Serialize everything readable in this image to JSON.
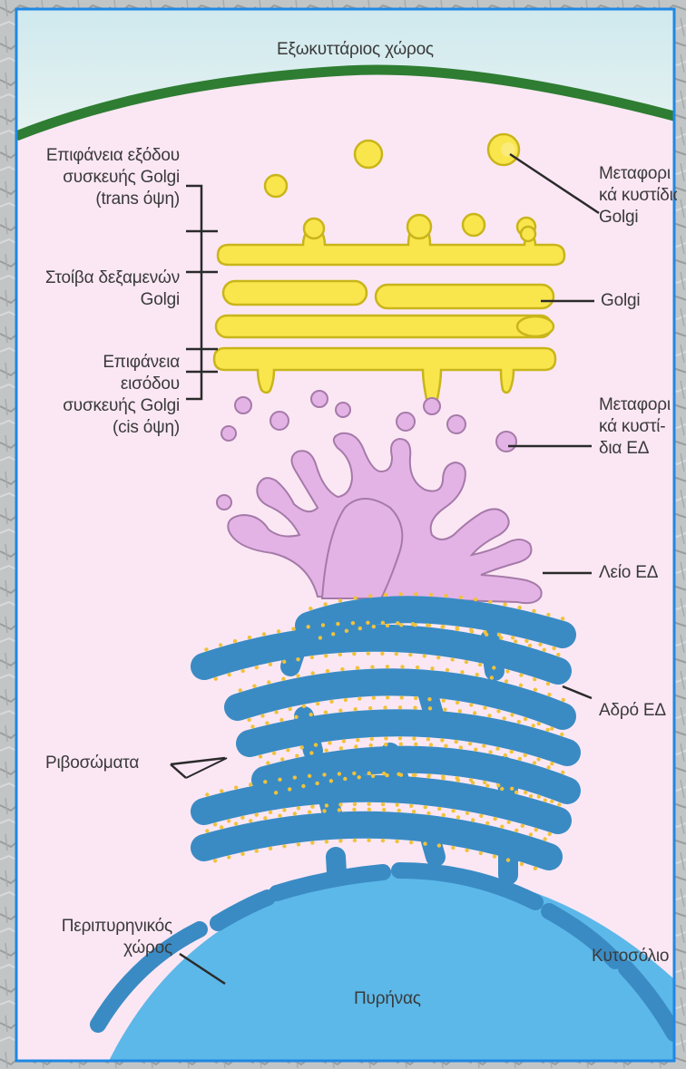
{
  "diagram": {
    "colors": {
      "background": "#fbe7f4",
      "membrane": "#2e7d32",
      "golgi": "#f9e64d",
      "golgi_outline": "#c9b51a",
      "smooth_er": "#e3b3e6",
      "smooth_er_outline": "#a57aa8",
      "rough_er": "#3a8bc4",
      "ribosome": "#f0c23a",
      "nucleus": "#5cb8e8",
      "frame": "#1e88e5"
    },
    "labels": {
      "extracellular": "Εξωκυττάριος χώρος",
      "golgi_trans_line1": "Επιφάνεια εξόδου",
      "golgi_trans_line2": "συσκευής Golgi",
      "golgi_trans_line3": "(trans όψη)",
      "golgi_stack_line1": "Στοίβα δεξαμενών",
      "golgi_stack_line2": "Golgi",
      "golgi_cis_line1": "Επιφάνεια",
      "golgi_cis_line2": "εισόδου",
      "golgi_cis_line3": "συσκευής Golgi",
      "golgi_cis_line4": "(cis όψη)",
      "golgi_vesicles_line1": "Μεταφορι",
      "golgi_vesicles_line2": "κά κυστίδια",
      "golgi_vesicles_line3": "Golgi",
      "golgi": "Golgi",
      "er_vesicles_line1": "Μεταφορι",
      "er_vesicles_line2": "κά κυστί-",
      "er_vesicles_line3": "δια ΕΔ",
      "smooth_er": "Λείο ΕΔ",
      "rough_er": "Αδρό ΕΔ",
      "ribosomes": "Ριβοσώματα",
      "perinuclear_line1": "Περιπυρηνικός",
      "perinuclear_line2": "χώρος",
      "cytosol": "Κυτοσόλιο",
      "nucleus": "Πυρήνας"
    }
  }
}
